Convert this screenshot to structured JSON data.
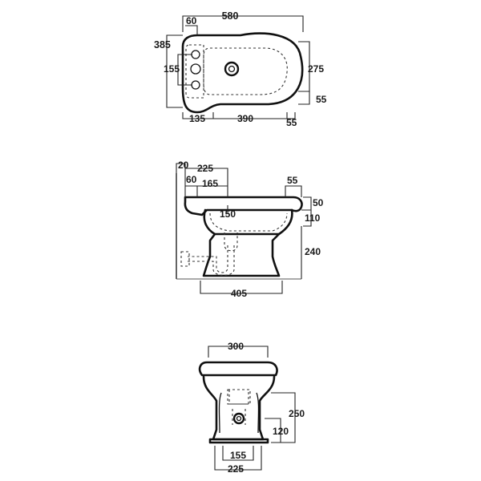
{
  "top_view": {
    "width": "580",
    "depth": "385",
    "tap_offset": "60",
    "hole_spacing": "155",
    "bowl_depth": "275",
    "rear_gap": "55",
    "fix_left": "135",
    "fix_spacing": "390",
    "fix_right": "55"
  },
  "side_view": {
    "wall_gap": "20",
    "dim_225": "225",
    "dim_60": "60",
    "dim_165": "165",
    "dim_55": "55",
    "rim_height": "50",
    "dim_110": "110",
    "dim_150": "150",
    "dim_240": "240",
    "base_length": "405"
  },
  "front_view": {
    "bowl_width": "300",
    "total_height": "250",
    "outlet_height": "120",
    "base_width_inner": "155",
    "base_width_outer": "225"
  }
}
